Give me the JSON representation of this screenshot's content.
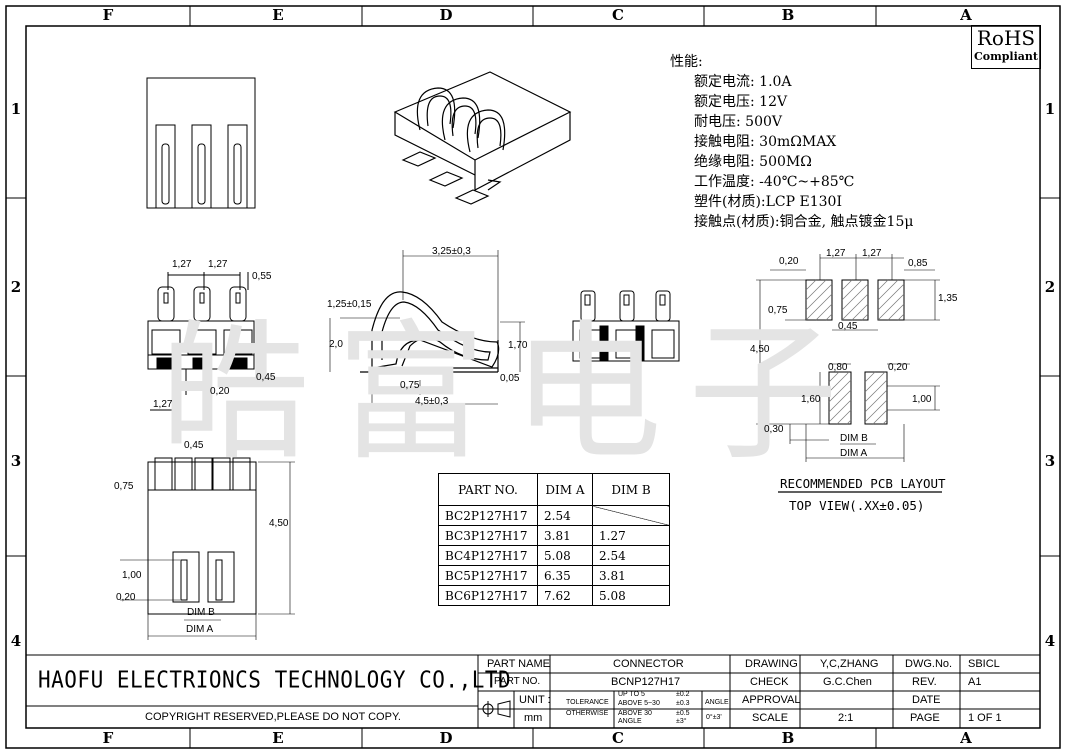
{
  "zones": {
    "columns": [
      "F",
      "E",
      "D",
      "C",
      "B",
      "A"
    ],
    "rows": [
      "1",
      "2",
      "3",
      "4"
    ]
  },
  "rohs": {
    "title": "RoHS",
    "subtitle": "Compliant"
  },
  "specs": {
    "heading": "性能:",
    "lines": [
      "额定电流: 1.0A",
      "额定电压: 12V",
      "耐电压: 500V",
      "接触电阻: 30mΩMAX",
      "绝缘电阻: 500MΩ",
      "工作温度: -40℃~+85℃",
      "塑件(材质):LCP E130I",
      "接触点(材质):铜合金, 触点镀金15μ"
    ]
  },
  "watermark": "皓富电子",
  "dims": {
    "front": {
      "p1": "1,27",
      "p2": "1,27",
      "w": "0,55",
      "h": "0,45",
      "gap": "0,20",
      "total": "1,27"
    },
    "side": {
      "top": "3,25±0,3",
      "slope": "1,25±0,15",
      "h": "2,0",
      "h2": "1,70",
      "b1": "0,75",
      "bottom": "4,5±0,3",
      "t": "0,05"
    },
    "plan": {
      "d1": "0,45",
      "d2": "0,75",
      "h": "4,50",
      "d3": "1,00",
      "d4": "0,20",
      "a": "DIM A",
      "b": "DIM B"
    },
    "pcb": {
      "p1": "1,27",
      "p2": "1,27",
      "w1": "0,20",
      "w2": "0,85",
      "pad_h": "1,35",
      "d1": "0,75",
      "d2": "0,45",
      "total": "4,50",
      "d3": "0,80",
      "d4": "0,20",
      "d5": "1,60",
      "d6": "1,00",
      "d7": "0,30",
      "a": "DIM A",
      "b": "DIM B"
    }
  },
  "pcb_layout": {
    "title": "RECOMMENDED PCB LAYOUT",
    "view": "TOP VIEW(.XX±0.05)"
  },
  "part_table": {
    "headers": [
      "PART NO.",
      "DIM A",
      "DIM B"
    ],
    "rows": [
      [
        "BC2P127H17",
        "2.54",
        ""
      ],
      [
        "BC3P127H17",
        "3.81",
        "1.27"
      ],
      [
        "BC4P127H17",
        "5.08",
        "2.54"
      ],
      [
        "BC5P127H17",
        "6.35",
        "3.81"
      ],
      [
        "BC6P127H17",
        "7.62",
        "5.08"
      ]
    ]
  },
  "title_block": {
    "company": "HAOFU ELECTRIONCS TECHNOLOGY CO.,LTD",
    "copyright": "COPYRIGHT RESERVED,PLEASE DO NOT COPY.",
    "part_name_label": "PART NAME",
    "part_name": "CONNECTOR",
    "part_no_label": "PART NO.",
    "part_no": "BCNP127H17",
    "unit_label": "UNIT :",
    "unit": "mm",
    "tolerance": "TOLERANCE",
    "otherwise": "OTHERWISE",
    "tol_up5": "UP TO 5",
    "tol_up5_v": "±0.2",
    "tol_above5": "ABOVE 5~30",
    "tol_above5_v": "±0.3",
    "tol_above30": "ABOVE 30",
    "tol_above30_v": "±0.5",
    "tol_angle": "ANGLE",
    "tol_angle_v": "±3°",
    "angle_label": "ANGLE",
    "angle_v": "0°±3'",
    "drawing_label": "DRAWING",
    "drawing": "Y,C,ZHANG",
    "check_label": "CHECK",
    "check": "G.C.Chen",
    "approval_label": "APPROVAL",
    "scale_label": "SCALE",
    "scale": "2:1",
    "dwg_label": "DWG.No.",
    "dwg": "SBICL",
    "rev_label": "REV.",
    "rev": "A1",
    "date_label": "DATE",
    "page_label": "PAGE",
    "page": "1 OF 1"
  }
}
